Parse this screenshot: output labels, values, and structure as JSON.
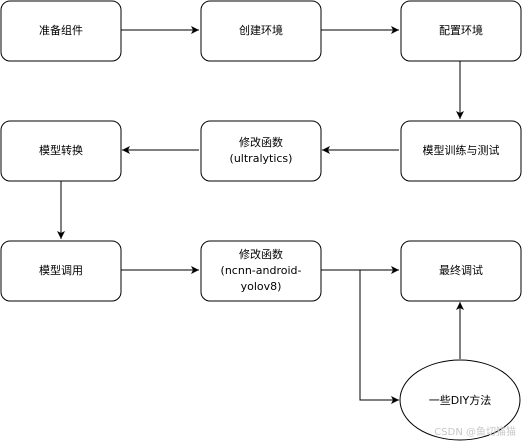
{
  "nodes": {
    "prepare": "准备组件",
    "create_env": "创建环境",
    "config_env": "配置环境",
    "train_test": "模型训练与测试",
    "modify_ultra_line1": "修改函数",
    "modify_ultra_line2": "(ultralytics)",
    "convert": "模型转换",
    "call": "模型调用",
    "modify_ncnn_line1": "修改函数",
    "modify_ncnn_line2": "(ncnn-android-",
    "modify_ncnn_line3": "yolov8)",
    "final_debug": "最终调试",
    "diy": "一些DIY方法"
  },
  "watermark": "CSDN @鱼切猫猫"
}
